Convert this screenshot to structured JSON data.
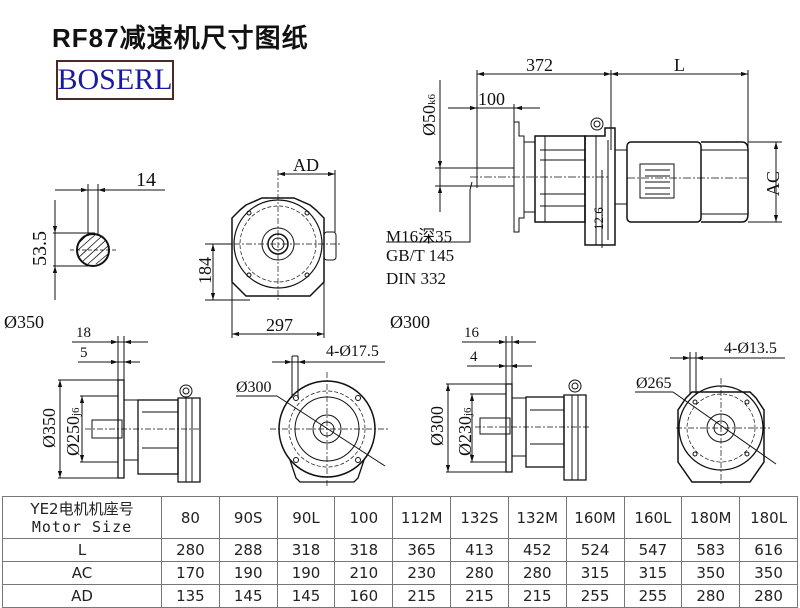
{
  "header": {
    "title": "RF87减速机尺寸图纸",
    "brand": "BOSERL"
  },
  "drawing": {
    "side_view": {
      "dim_total_gear": "372",
      "dim_motor_length": "L",
      "dim_shaft_length": "100",
      "dim_shaft_dia": "Ø50",
      "dim_shaft_dia_tol": "k6",
      "dim_motor_height": "AC",
      "dim_offset": "12.6",
      "thread_note_1": "M16深35",
      "thread_note_2": "GB/T 145",
      "thread_note_3": "DIN 332"
    },
    "key_section": {
      "dim_key_width": "14",
      "dim_height": "53.5"
    },
    "front_view": {
      "dim_ad": "AD",
      "dim_center_height": "184",
      "dim_width": "297"
    },
    "flange_350": {
      "caption": "Ø350",
      "dim_flange_thickness": "18",
      "dim_spigot": "5",
      "dim_outer_dia": "Ø350",
      "dim_spigot_dia": "Ø250",
      "dim_spigot_tol": "j6",
      "dim_bolt_circle": "Ø300",
      "dim_holes": "4-Ø17.5"
    },
    "flange_300": {
      "caption": "Ø300",
      "dim_flange_thickness": "16",
      "dim_spigot": "4",
      "dim_outer_dia": "Ø300",
      "dim_spigot_dia": "Ø230",
      "dim_spigot_tol": "j6",
      "dim_bolt_circle": "Ø265",
      "dim_holes": "4-Ø13.5"
    }
  },
  "table": {
    "header_cn": "YE2电机机座号",
    "header_en": "Motor Size",
    "columns": [
      "80",
      "90S",
      "90L",
      "100",
      "112M",
      "132S",
      "132M",
      "160M",
      "160L",
      "180M",
      "180L"
    ],
    "rows": [
      {
        "label": "L",
        "values": [
          "280",
          "288",
          "318",
          "318",
          "365",
          "413",
          "452",
          "524",
          "547",
          "583",
          "616"
        ]
      },
      {
        "label": "AC",
        "values": [
          "170",
          "190",
          "190",
          "210",
          "230",
          "280",
          "280",
          "315",
          "315",
          "350",
          "350"
        ]
      },
      {
        "label": "AD",
        "values": [
          "135",
          "145",
          "145",
          "160",
          "215",
          "215",
          "215",
          "255",
          "255",
          "280",
          "280"
        ]
      }
    ]
  }
}
